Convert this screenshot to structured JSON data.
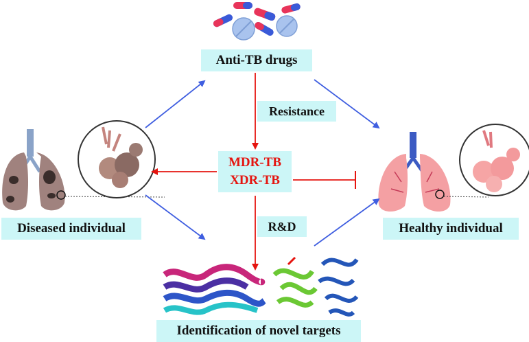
{
  "labels": {
    "drugs": "Anti-TB drugs",
    "resistance": "Resistance",
    "mdr": "MDR-TB",
    "xdr": "XDR-TB",
    "rd": "R&D",
    "diseased": "Diseased individual",
    "healthy": "Healthy individual",
    "targets": "Identification of novel targets"
  },
  "colors": {
    "label_bg": "#ccf6f7",
    "blue_arrow": "#3f5ee0",
    "red_arrow": "#e5140f",
    "mdr_text": "#e5140f"
  },
  "icons": [
    "pill-capsule-icon",
    "tablet-icon",
    "diseased-lung-icon",
    "healthy-lung-icon",
    "alveoli-zoom-icon",
    "protein-structure-icon",
    "inhibition-bar-icon"
  ]
}
